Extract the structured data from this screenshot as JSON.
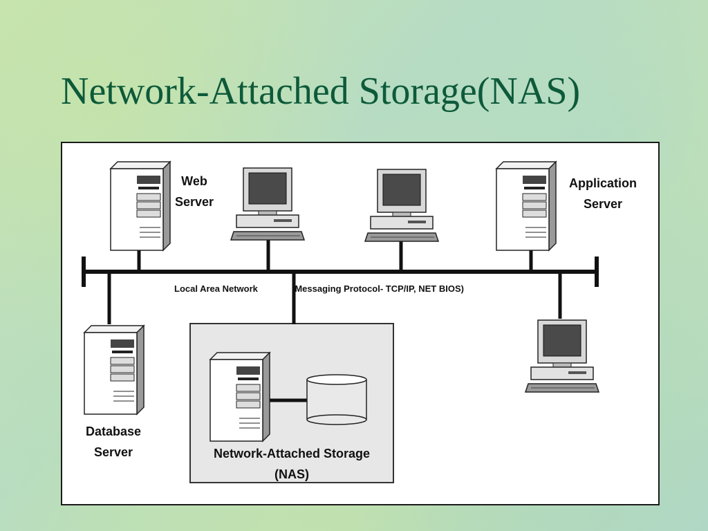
{
  "slide": {
    "title": "Network-Attached Storage(NAS)"
  },
  "diagram": {
    "web_server_label": [
      "Web",
      "Server"
    ],
    "application_server_label": [
      "Application",
      "Server"
    ],
    "database_server_label": [
      "Database",
      "Server"
    ],
    "nas_label": [
      "Network-Attached Storage",
      "(NAS)"
    ],
    "lan_label": "Local Area Network",
    "protocol_label": "(Messaging Protocol- TCP/IP, NET BIOS)"
  },
  "icons": [
    "server-tower-icon",
    "desktop-computer-icon",
    "storage-disk-icon"
  ]
}
